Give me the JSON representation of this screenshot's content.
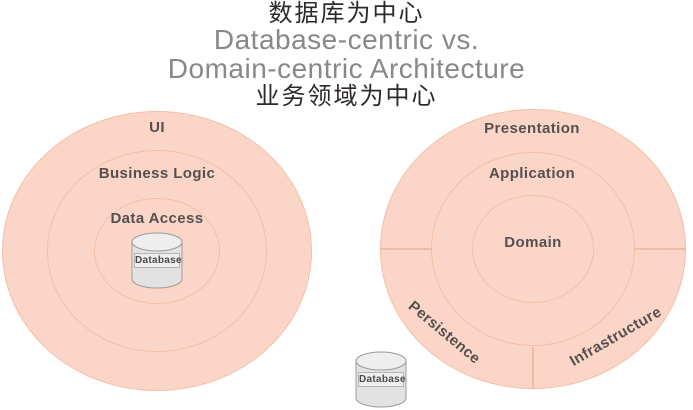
{
  "header": {
    "caption_top": "数据库为中心",
    "title_line1": "Database-centric vs.",
    "title_line2": "Domain-centric Architecture",
    "caption_bottom": "业务领域为中心"
  },
  "left_diagram": {
    "name": "database-centric",
    "rings": [
      {
        "label": "UI"
      },
      {
        "label": "Business Logic"
      },
      {
        "label": "Data Access"
      }
    ],
    "database_icon": "gray-cylinder",
    "database_label": "Database"
  },
  "right_diagram": {
    "name": "domain-centric",
    "rings": [
      {
        "label": "Presentation"
      },
      {
        "label": "Application"
      },
      {
        "label": "Domain"
      }
    ],
    "outer_sectors": [
      {
        "label": "Persistence"
      },
      {
        "label": "Infrastructure"
      }
    ],
    "database_icon": "gray-cylinder",
    "database_label": "Database"
  },
  "colors": {
    "ring_fill": "#fbd6c8",
    "ring_border": "#eead8a",
    "divider": "#f2bb9f",
    "title_text": "#888888",
    "caption_text": "#2e2a28",
    "label_text": "#55504e",
    "cylinder_fill": "#e2e2e2",
    "cylinder_top": "#eeeeee",
    "cylinder_border": "#9c9c9c"
  }
}
